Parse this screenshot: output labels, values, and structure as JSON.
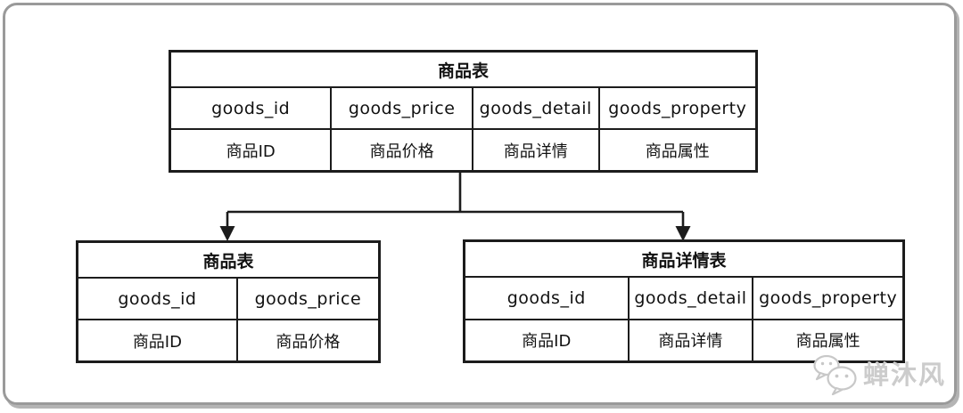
{
  "frame": {
    "border_color": "#9a9a9a"
  },
  "connector": {
    "line_color": "#1c1c1c"
  },
  "tables": {
    "top": {
      "title": "商品表",
      "columns": [
        "goods_id",
        "goods_price",
        "goods_detail",
        "goods_property"
      ],
      "labels": [
        "商品ID",
        "商品价格",
        "商品详情",
        "商品属性"
      ]
    },
    "bottom_left": {
      "title": "商品表",
      "columns": [
        "goods_id",
        "goods_price"
      ],
      "labels": [
        "商品ID",
        "商品价格"
      ]
    },
    "bottom_right": {
      "title": "商品详情表",
      "columns": [
        "goods_id",
        "goods_detail",
        "goods_property"
      ],
      "labels": [
        "商品ID",
        "商品详情",
        "商品属性"
      ]
    }
  },
  "watermark": {
    "text": "蝉沐风",
    "icon": "wechat-icon",
    "color": "#cccccc"
  }
}
